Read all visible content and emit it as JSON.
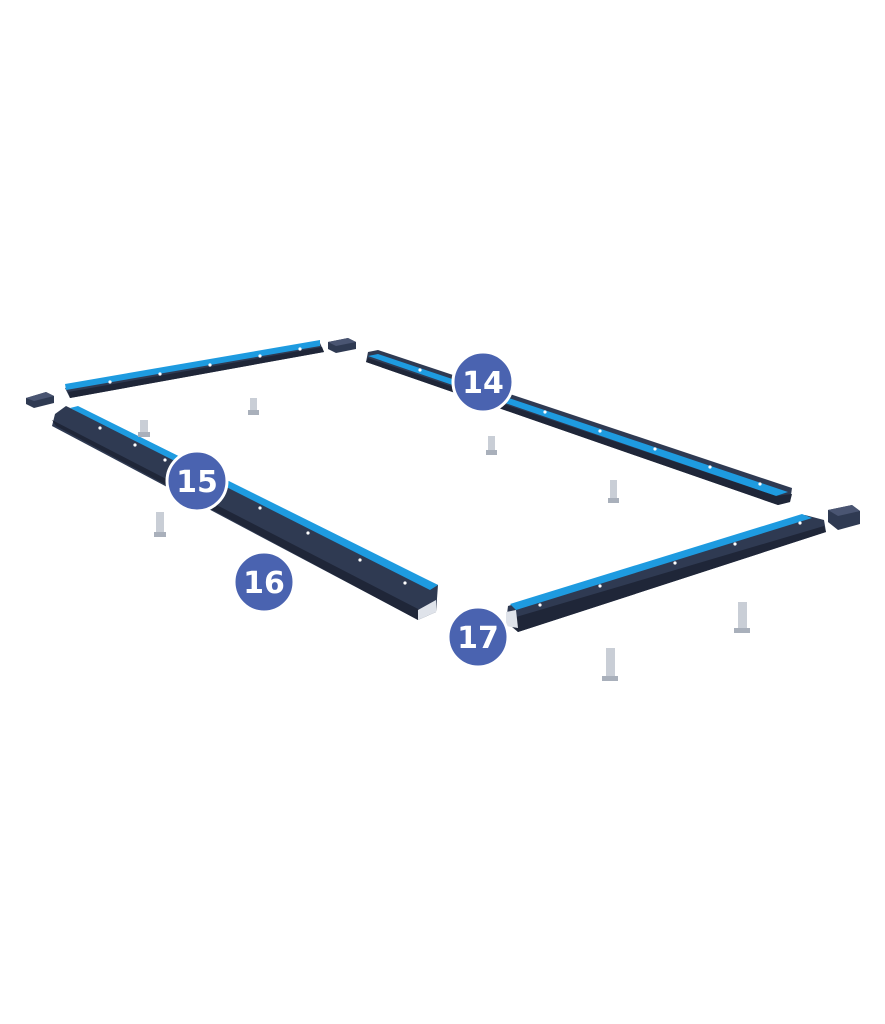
{
  "colors": {
    "background": "#ffffff",
    "rail_body": "#2f3a52",
    "rail_edge": "#1f2638",
    "cushion": "#1e9be0",
    "cushion_highlight": "#5ad0ff",
    "bracket": "#c9ced6",
    "callout_fill": "#4a63b0",
    "callout_stroke": "#ffffff",
    "callout_text": "#ffffff"
  },
  "callouts": [
    {
      "id": "callout-14",
      "label": "14"
    },
    {
      "id": "callout-15",
      "label": "15"
    },
    {
      "id": "callout-16",
      "label": "16"
    },
    {
      "id": "callout-17",
      "label": "17"
    }
  ],
  "parts": {
    "rails": [
      "rail-top-left",
      "rail-top-right",
      "rail-left-long",
      "rail-bottom-right"
    ],
    "end_caps": [
      "end-cap-left",
      "end-cap-top",
      "end-cap-right"
    ],
    "brackets_count": 7
  }
}
